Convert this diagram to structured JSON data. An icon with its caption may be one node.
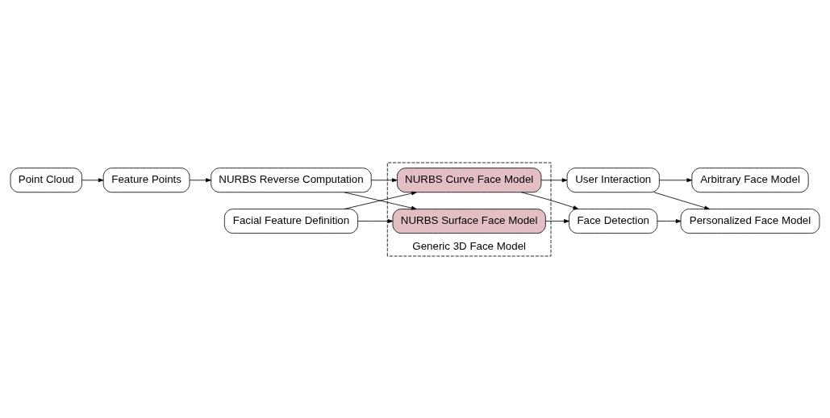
{
  "diagram": {
    "nodes": [
      {
        "text": [
          "Arbitrary Face Model"
        ]
      },
      {
        "text": [
          "User Interaction"
        ]
      },
      {
        "text": [
          "Personalized Face Model"
        ]
      },
      {
        "text": [
          "Point Cloud"
        ]
      },
      {
        "text": [
          "Feature Points"
        ]
      },
      {
        "text": [
          "NURBS Reverse Computation"
        ]
      },
      {
        "text": [
          "Generic 3D Face Model"
        ]
      },
      {
        "text": [
          "NURBS Curve Face Model"
        ],
        "in": 6
      },
      {
        "text": [
          "NURBS Surface Face Model"
        ],
        "in": 6
      },
      {
        "text": [
          "Face Detection"
        ]
      },
      {
        "text": [
          "Facial Feature Definition"
        ]
      }
    ],
    "edges": [
      {
        "from": 3,
        "to": 4,
        "arrow": "to"
      },
      {
        "from": 4,
        "to": 5,
        "arrow": "to"
      },
      {
        "from": 5,
        "to": 7,
        "arrow": "to"
      },
      {
        "from": 5,
        "to": 8,
        "arrow": "to"
      },
      {
        "from": 10,
        "to": 7,
        "arrow": "to"
      },
      {
        "from": 10,
        "to": 8,
        "arrow": "to"
      },
      {
        "from": 7,
        "to": 9,
        "arrow": "to"
      },
      {
        "from": 8,
        "to": 9,
        "arrow": "to"
      },
      {
        "from": 7,
        "to": 1,
        "arrow": "to"
      },
      {
        "from": 1,
        "to": 0,
        "arrow": "to"
      },
      {
        "from": 1,
        "to": 2,
        "arrow": "to"
      },
      {
        "from": 9,
        "to": 2,
        "arrow": "to"
      }
    ]
  }
}
